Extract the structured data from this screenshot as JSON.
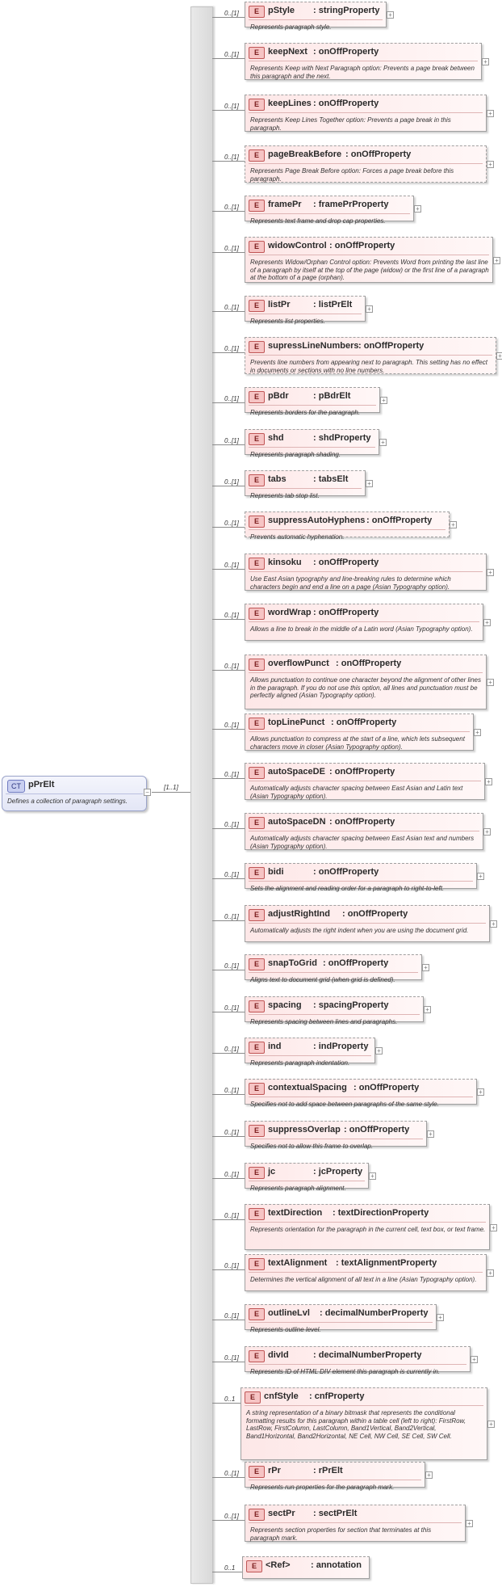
{
  "complex_type": {
    "badge": "CT",
    "name": "pPrElt",
    "doc": "Defines a collection of paragraph settings."
  },
  "sequence_cardinality": "[1..1]",
  "elements": [
    {
      "card": "0..[1]",
      "name": "pStyle",
      "type": ": stringProperty",
      "doc": "Represents paragraph style."
    },
    {
      "card": "0..[1]",
      "name": "keepNext",
      "type": ": onOffProperty",
      "doc": "Represents Keep with Next Paragraph option: Prevents a page break between this paragraph and the next."
    },
    {
      "card": "0..[1]",
      "name": "keepLines",
      "type": ": onOffProperty",
      "doc": "Represents Keep Lines Together option: Prevents a page break in this paragraph."
    },
    {
      "card": "0..[1]",
      "name": "pageBreakBefore",
      "type": ": onOffProperty",
      "doc": "Represents Page Break Before option: Forces a page break before this paragraph."
    },
    {
      "card": "0..[1]",
      "name": "framePr",
      "type": ": framePrProperty",
      "doc": "Represents text frame and drop cap properties."
    },
    {
      "card": "0..[1]",
      "name": "widowControl",
      "type": ": onOffProperty",
      "doc": "Represents Widow/Orphan Control option: Prevents Word from printing the last line of a paragraph by itself at the top of the page (widow) or the first line of a paragraph at the bottom of a page (orphan)."
    },
    {
      "card": "0..[1]",
      "name": "listPr",
      "type": ": listPrElt",
      "doc": "Represents list properties."
    },
    {
      "card": "0..[1]",
      "name": "supressLineNumbers",
      "type": ": onOffProperty",
      "doc": "Prevents line numbers from appearing next to paragraph. This setting has no effect in documents or sections with no line numbers."
    },
    {
      "card": "0..[1]",
      "name": "pBdr",
      "type": ": pBdrElt",
      "doc": "Represents borders for the paragraph."
    },
    {
      "card": "0..[1]",
      "name": "shd",
      "type": ": shdProperty",
      "doc": "Represents paragraph shading."
    },
    {
      "card": "0..[1]",
      "name": "tabs",
      "type": ": tabsElt",
      "doc": "Represents tab stop list."
    },
    {
      "card": "0..[1]",
      "name": "suppressAutoHyphens",
      "type": ": onOffProperty",
      "doc": "Prevents automatic hyphenation."
    },
    {
      "card": "0..[1]",
      "name": "kinsoku",
      "type": ": onOffProperty",
      "doc": "Use East Asian typography and line-breaking rules to determine which characters begin and end a line on a page (Asian Typography option)."
    },
    {
      "card": "0..[1]",
      "name": "wordWrap",
      "type": ": onOffProperty",
      "doc": "Allows a line to break in the middle of a Latin word (Asian Typography option)."
    },
    {
      "card": "0..[1]",
      "name": "overflowPunct",
      "type": ": onOffProperty",
      "doc": "Allows punctuation to continue one character beyond the alignment of other lines in the paragraph. If you do not use this option, all lines and punctuation must be perfectly aligned (Asian Typography option)."
    },
    {
      "card": "0..[1]",
      "name": "topLinePunct",
      "type": ": onOffProperty",
      "doc": "Allows punctuation to compress at the start of a line, which lets subsequent characters move in closer (Asian Typography option)."
    },
    {
      "card": "0..[1]",
      "name": "autoSpaceDE",
      "type": ": onOffProperty",
      "doc": "Automatically adjusts character spacing between East Asian and Latin text (Asian Typography option)."
    },
    {
      "card": "0..[1]",
      "name": "autoSpaceDN",
      "type": ": onOffProperty",
      "doc": "Automatically adjusts character spacing between East Asian text and numbers (Asian Typography option)."
    },
    {
      "card": "0..[1]",
      "name": "bidi",
      "type": ": onOffProperty",
      "doc": "Sets the alignment and reading order for a paragraph to right-to-left."
    },
    {
      "card": "0..[1]",
      "name": "adjustRightInd",
      "type": ": onOffProperty",
      "doc": "Automatically adjusts the right indent when you are using the document grid."
    },
    {
      "card": "0..[1]",
      "name": "snapToGrid",
      "type": ": onOffProperty",
      "doc": "Aligns text to document grid (when grid is defined)."
    },
    {
      "card": "0..[1]",
      "name": "spacing",
      "type": ": spacingProperty",
      "doc": "Represents spacing between lines and paragraphs."
    },
    {
      "card": "0..[1]",
      "name": "ind",
      "type": ": indProperty",
      "doc": "Represents paragraph indentation."
    },
    {
      "card": "0..[1]",
      "name": "contextualSpacing",
      "type": ": onOffProperty",
      "doc": "Specifies not to add space between paragraphs of the same style."
    },
    {
      "card": "0..[1]",
      "name": "suppressOverlap",
      "type": ": onOffProperty",
      "doc": "Specifies not to allow this frame to overlap."
    },
    {
      "card": "0..[1]",
      "name": "jc",
      "type": ": jcProperty",
      "doc": "Represents paragraph alignment."
    },
    {
      "card": "0..[1]",
      "name": "textDirection",
      "type": ": textDirectionProperty",
      "doc": "Represents orientation for the paragraph in the current cell, text box, or text frame."
    },
    {
      "card": "0..[1]",
      "name": "textAlignment",
      "type": ": textAlignmentProperty",
      "doc": "Determines the vertical alignment of all text in a line (Asian Typography option)."
    },
    {
      "card": "0..[1]",
      "name": "outlineLvl",
      "type": ": decimalNumberProperty",
      "doc": "Represents outline level."
    },
    {
      "card": "0..[1]",
      "name": "divId",
      "type": ": decimalNumberProperty",
      "doc": "Represents ID of HTML DIV element this paragraph is currently in."
    },
    {
      "card": "0..1",
      "name": "cnfStyle",
      "type": ": cnfProperty",
      "doc": "A string representation of a binary bitmask that represents the conditional formatting results for this paragraph within a table cell (left to right): FirstRow, LastRow, FirstColumn, LastColumn, Band1Vertical, Band2Vertical, Band1Horizontal, Band2Horizontal, NE Cell, NW Cell, SE Cell, SW Cell."
    },
    {
      "card": "0..[1]",
      "name": "rPr",
      "type": ": rPrElt",
      "doc": "Represents run properties for the paragraph mark."
    },
    {
      "card": "0..[1]",
      "name": "sectPr",
      "type": ": sectPrElt",
      "doc": "Represents section properties for section that terminates at this paragraph mark."
    },
    {
      "card": "0..1",
      "name": "<Ref>",
      "type": ": annotation",
      "doc": ""
    }
  ],
  "colors": {
    "element_fill": "#fde7e7",
    "complex_type_fill": "#e3e6f6",
    "connector": "#8a8a8a"
  }
}
